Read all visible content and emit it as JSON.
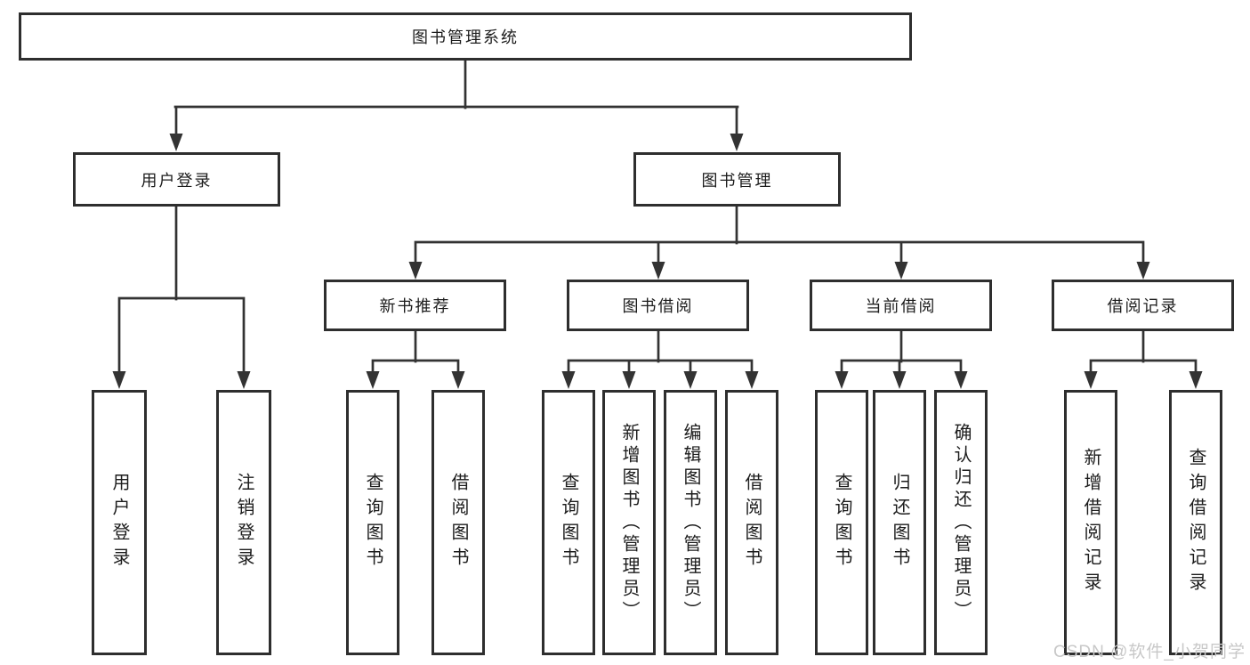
{
  "diagram": {
    "title": "图书管理系统",
    "root": {
      "label": "图书管理系统"
    },
    "level2": [
      {
        "label": "用户登录"
      },
      {
        "label": "图书管理"
      }
    ],
    "level3": [
      {
        "label": "新书推荐"
      },
      {
        "label": "图书借阅"
      },
      {
        "label": "当前借阅"
      },
      {
        "label": "借阅记录"
      }
    ],
    "leaves": {
      "user_login": [
        "用户登录",
        "注销登录"
      ],
      "new_books": [
        "查询图书",
        "借阅图书"
      ],
      "book_borrow": [
        "查询图书",
        "新增图书（管理员）",
        "编辑图书（管理员）",
        "借阅图书"
      ],
      "current_borrow": [
        "查询图书",
        "归还图书",
        "确认归还（管理员）"
      ],
      "borrow_records": [
        "新增借阅记录",
        "查询借阅记录"
      ]
    }
  },
  "watermark": "CSDN @软件_小贺同学",
  "colors": {
    "line": "#333333",
    "border": "#2e2e2e",
    "text": "#1c1c1c",
    "watermark": "#c8c8c8",
    "background": "#ffffff"
  }
}
